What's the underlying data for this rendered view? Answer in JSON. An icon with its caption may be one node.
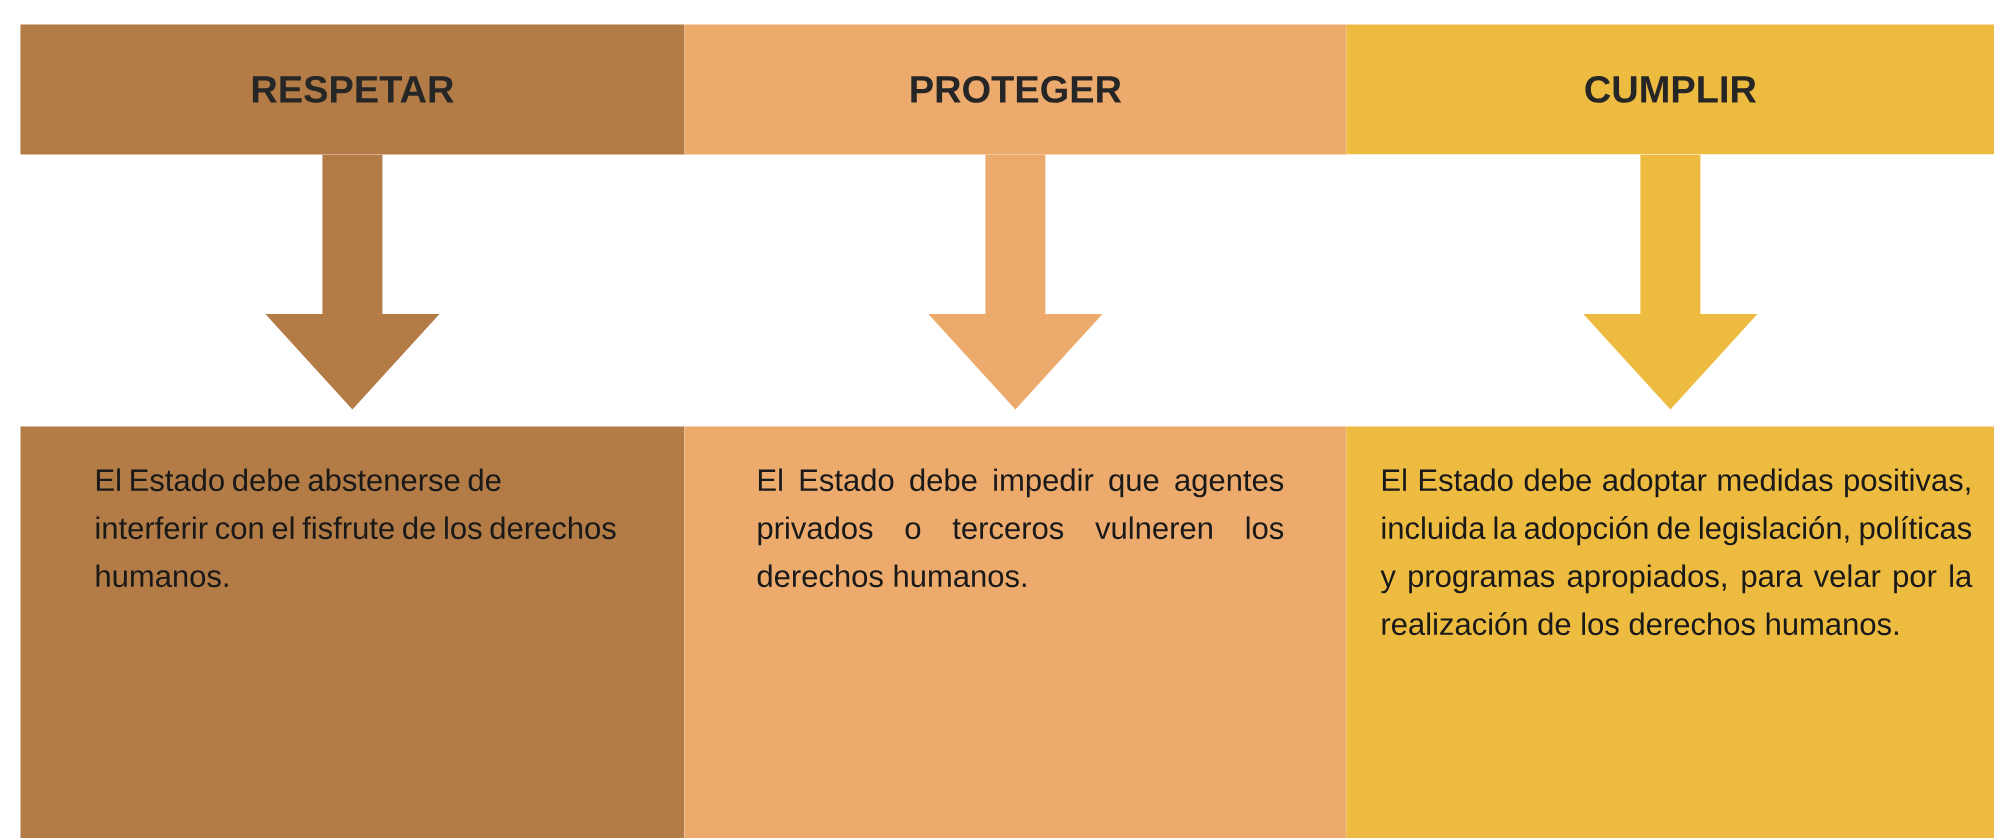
{
  "diagram": {
    "nodes": [
      {
        "text": [
          "RESPETAR"
        ]
      },
      {
        "text": [
          "PROTEGER"
        ]
      },
      {
        "text": [
          "CUMPLIR"
        ]
      },
      {
        "text": [
          "El Estado debe abstenerse de interferir con el fisfrute de los derechos humanos."
        ]
      },
      {
        "text": [
          "El Estado debe impedir que agentes privados o terceros vulneren los derechos humanos."
        ]
      },
      {
        "text": [
          "El Estado debe adoptar medidas positivas, incluida la adopción de legislación, políticas y programas apropiados, para velar por la realización de los derechos humanos."
        ]
      }
    ],
    "edges": [
      {
        "from": 0,
        "to": 3,
        "arrow": "to",
        "color": "#b37b45"
      },
      {
        "from": 1,
        "to": 4,
        "arrow": "to",
        "color": "#ecab6d"
      },
      {
        "from": 2,
        "to": 5,
        "arrow": "to",
        "color": "#edbb40"
      }
    ]
  }
}
